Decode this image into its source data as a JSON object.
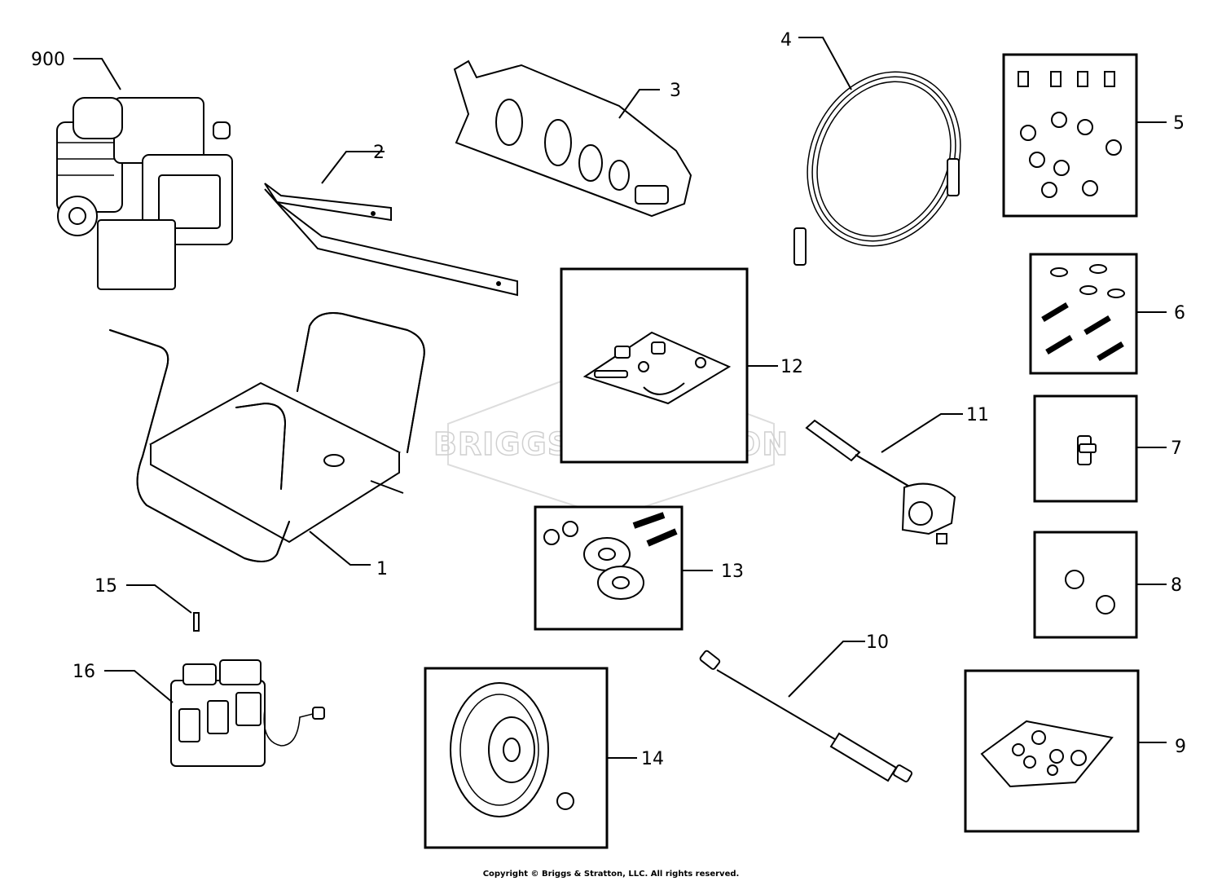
{
  "diagram": {
    "watermark": "BRIGGS&STRATTON",
    "copyright": "Copyright © Briggs & Stratton, LLC. All rights reserved.",
    "callouts": [
      "900",
      "1",
      "2",
      "3",
      "4",
      "5",
      "6",
      "7",
      "8",
      "9",
      "10",
      "11",
      "12",
      "13",
      "14",
      "15",
      "16"
    ]
  }
}
